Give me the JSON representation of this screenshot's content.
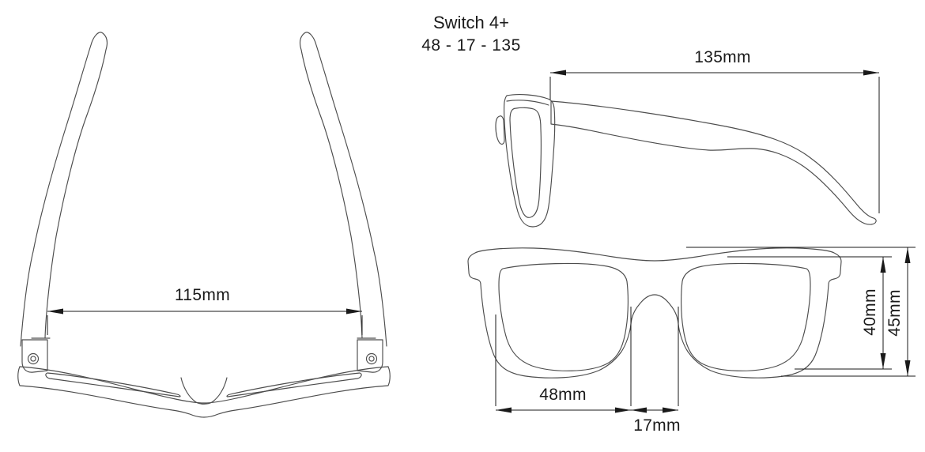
{
  "product": {
    "name": "Switch 4+",
    "size_code": "48 - 17 - 135"
  },
  "dimensions": {
    "temple_length": "135mm",
    "overall_width": "115mm",
    "lens_width": "48mm",
    "bridge_width": "17mm",
    "lens_height": "40mm",
    "frame_height": "45mm"
  },
  "colors": {
    "background": "#ffffff",
    "drawing_line": "#4d4d4d",
    "dimension_line": "#1a1a1a",
    "text": "#1a1a1a"
  }
}
